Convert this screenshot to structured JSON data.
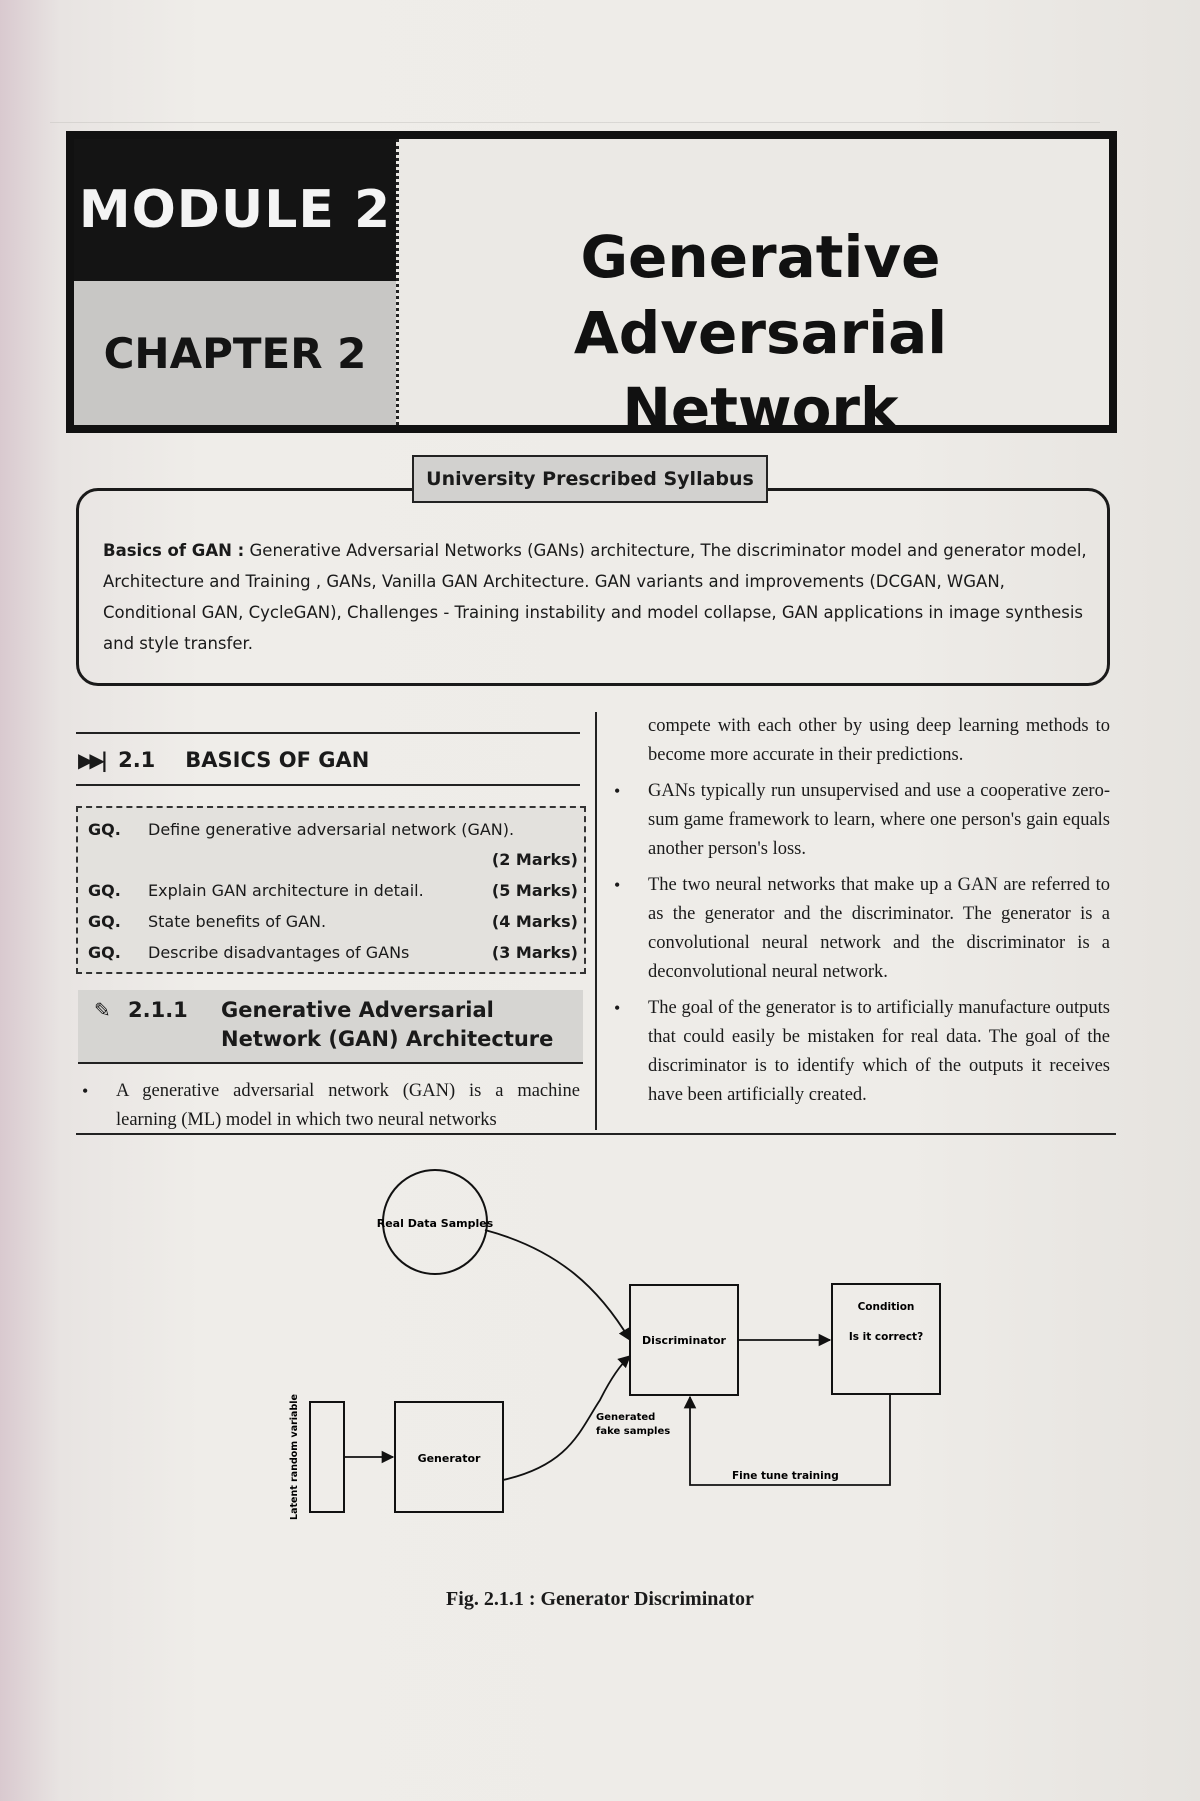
{
  "header": {
    "module": "MODULE 2",
    "chapter": "CHAPTER 2",
    "title_line1": "Generative Adversarial",
    "title_line2": "Network"
  },
  "syllabus": {
    "tab": "University Prescribed Syllabus",
    "lead": "Basics of GAN :",
    "body": "Generative Adversarial Networks (GANs) architecture, The discriminator model and generator model, Architecture and Training , GANs, Vanilla GAN Architecture. GAN variants and improvements (DCGAN, WGAN, Conditional GAN, CycleGAN), Challenges - Training instability and model collapse, GAN applications in image synthesis and style transfer."
  },
  "section": {
    "icon": "fast-forward-icon",
    "number": "2.1",
    "title": "BASICS OF GAN"
  },
  "questions": [
    {
      "key": "GQ.",
      "text": "Define generative adversarial network (GAN).",
      "marks": "(2 Marks)"
    },
    {
      "key": "GQ.",
      "text": "Explain GAN architecture in detail.",
      "marks": "(5 Marks)"
    },
    {
      "key": "GQ.",
      "text": "State benefits of GAN.",
      "marks": "(4 Marks)"
    },
    {
      "key": "GQ.",
      "text": "Describe disadvantages of GANs",
      "marks": "(3 Marks)"
    }
  ],
  "subsection": {
    "icon": "pencil-icon",
    "number": "2.1.1",
    "title": "Generative Adversarial Network (GAN) Architecture"
  },
  "left_bullets": [
    "A generative adversarial network (GAN) is a machine learning (ML) model in which two neural networks"
  ],
  "right_continuation": "compete with each other by using deep learning methods to become more accurate in their predictions.",
  "right_bullets": [
    "GANs typically run unsupervised and use a cooperative zero-sum game framework to learn, where one person's gain equals another person's loss.",
    "The two neural networks that make up a GAN are referred to as the generator and the discriminator. The generator is a convolutional neural network and the discriminator is a deconvolutional neural network.",
    "The goal of the generator is to artificially manufacture outputs that could easily be mistaken for real data. The goal of the discriminator is to identify which of the outputs it receives have been artificially created."
  ],
  "figure": {
    "real_data": "Real Data Samples",
    "discriminator": "Discriminator",
    "condition_line1": "Condition",
    "condition_line2": "Is it correct?",
    "generator": "Generator",
    "latent": "Latent random variable",
    "generated_line1": "Generated",
    "generated_line2": "fake samples",
    "fine_tune": "Fine tune training",
    "caption": "Fig. 2.1.1 : Generator Discriminator"
  }
}
